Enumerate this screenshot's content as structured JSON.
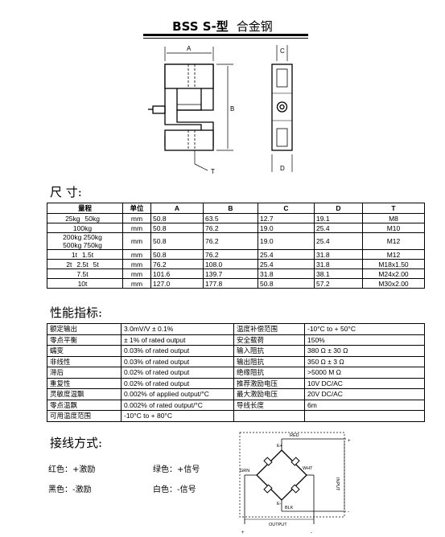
{
  "header": {
    "model": "BSS S-型",
    "material": "合金钢"
  },
  "drawing_labels": {
    "A": "A",
    "B": "B",
    "C": "C",
    "D": "D",
    "T": "T"
  },
  "dimensions": {
    "title": "尺 寸:",
    "columns": [
      "量程",
      "单位",
      "A",
      "B",
      "C",
      "D",
      "T"
    ],
    "rows": [
      {
        "range": [
          "25kg",
          "50kg"
        ],
        "unit": "mm",
        "A": "50.8",
        "B": "63.5",
        "C": "12.7",
        "D": "19.1",
        "T": "M8"
      },
      {
        "range": [
          "100kg"
        ],
        "unit": "mm",
        "A": "50.8",
        "B": "76.2",
        "C": "19.0",
        "D": "25.4",
        "T": "M10"
      },
      {
        "range": [
          "200kg 250kg",
          "500kg 750kg"
        ],
        "unit": "mm",
        "A": "50.8",
        "B": "76.2",
        "C": "19.0",
        "D": "25.4",
        "T": "M12"
      },
      {
        "range": [
          "1t",
          "1.5t"
        ],
        "unit": "mm",
        "A": "50.8",
        "B": "76.2",
        "C": "25.4",
        "D": "31.8",
        "T": "M12"
      },
      {
        "range": [
          "2t",
          "2.5t",
          "5t"
        ],
        "unit": "mm",
        "A": "76.2",
        "B": "108.0",
        "C": "25.4",
        "D": "31.8",
        "T": "M18x1.50"
      },
      {
        "range": [
          "7.5t"
        ],
        "unit": "mm",
        "A": "101.6",
        "B": "139.7",
        "C": "31.8",
        "D": "38.1",
        "T": "M24x2.00"
      },
      {
        "range": [
          "10t"
        ],
        "unit": "mm",
        "A": "127.0",
        "B": "177.8",
        "C": "50.8",
        "D": "57.2",
        "T": "M30x2.00"
      }
    ]
  },
  "performance": {
    "title": "性能指标:",
    "rows": [
      [
        "额定输出",
        "3.0mV/V ± 0.1%",
        "温度补偿范围",
        "-10°C to + 50°C"
      ],
      [
        "零点平衡",
        "± 1% of rated output",
        "安全载荷",
        "150%"
      ],
      [
        "蠕变",
        "0.03% of rated output",
        "输入阻抗",
        "380 Ω ± 30 Ω"
      ],
      [
        "非线性",
        "0.03% of rated output",
        "输出阻抗",
        "350 Ω ± 3 Ω"
      ],
      [
        "滞后",
        "0.02% of rated output",
        "绝缘阻抗",
        ">5000 M Ω"
      ],
      [
        "重复性",
        "0.02% of rated output",
        "推荐激励电压",
        "10V DC/AC"
      ],
      [
        "灵敏度温飘",
        "0.002% of applied output/°C",
        "最大激励电压",
        "20V DC/AC"
      ],
      [
        "零点温飘",
        "0.002% of rated output/°C",
        "导线长度",
        "6m"
      ],
      [
        "可用温度范围",
        "-10°C to + 80°C",
        "",
        ""
      ]
    ]
  },
  "wiring": {
    "title": "接线方式:",
    "items": [
      "红色：+激励",
      "绿色：+信号",
      "黑色：-激励",
      "白色：-信号"
    ],
    "diagram": {
      "red": "RED",
      "grn": "GRN",
      "wht": "WHT",
      "blk": "BLK",
      "input": "INPUT",
      "output": "OUTPUT",
      "eplus": "E+",
      "eminus": "E-",
      "plus": "+",
      "minus": "-"
    }
  }
}
